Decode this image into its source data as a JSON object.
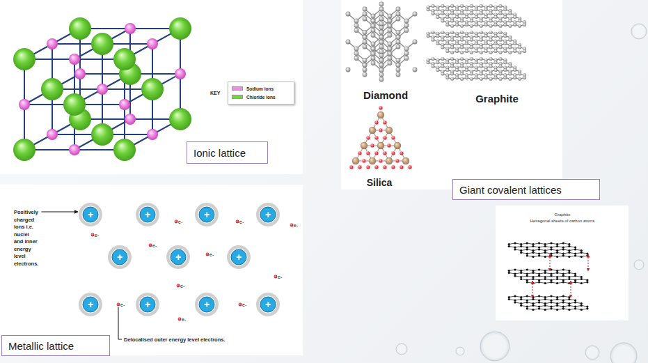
{
  "diagram": {
    "nodes": [
      {
        "text": [
          "Ionic lattice"
        ]
      },
      {
        "text": [
          "Giant covalent lattices"
        ]
      },
      {
        "text": [
          "Metallic lattice"
        ]
      }
    ],
    "labels": [
      "KEY",
      "Diamond",
      "Graphite",
      "Silica",
      "Graphite",
      "Hexagonal sheets of carbon atoms",
      "Positively charged ions i.e. nuclei and inner energy level electrons.",
      "+",
      "+",
      "+",
      "+",
      "+",
      "+",
      "+",
      "+",
      "+",
      "+",
      "+",
      "e-",
      "e-",
      "e-",
      "e-",
      "e-",
      "e-",
      "e-",
      "e-",
      "e-",
      "e-",
      "e-",
      "Delocalised outer energy level electrons."
    ],
    "legend": [
      {
        "text": "Sodium ions",
        "color": "#f08ae2"
      },
      {
        "text": "Chloride ions",
        "color": "#72d63e"
      }
    ]
  }
}
